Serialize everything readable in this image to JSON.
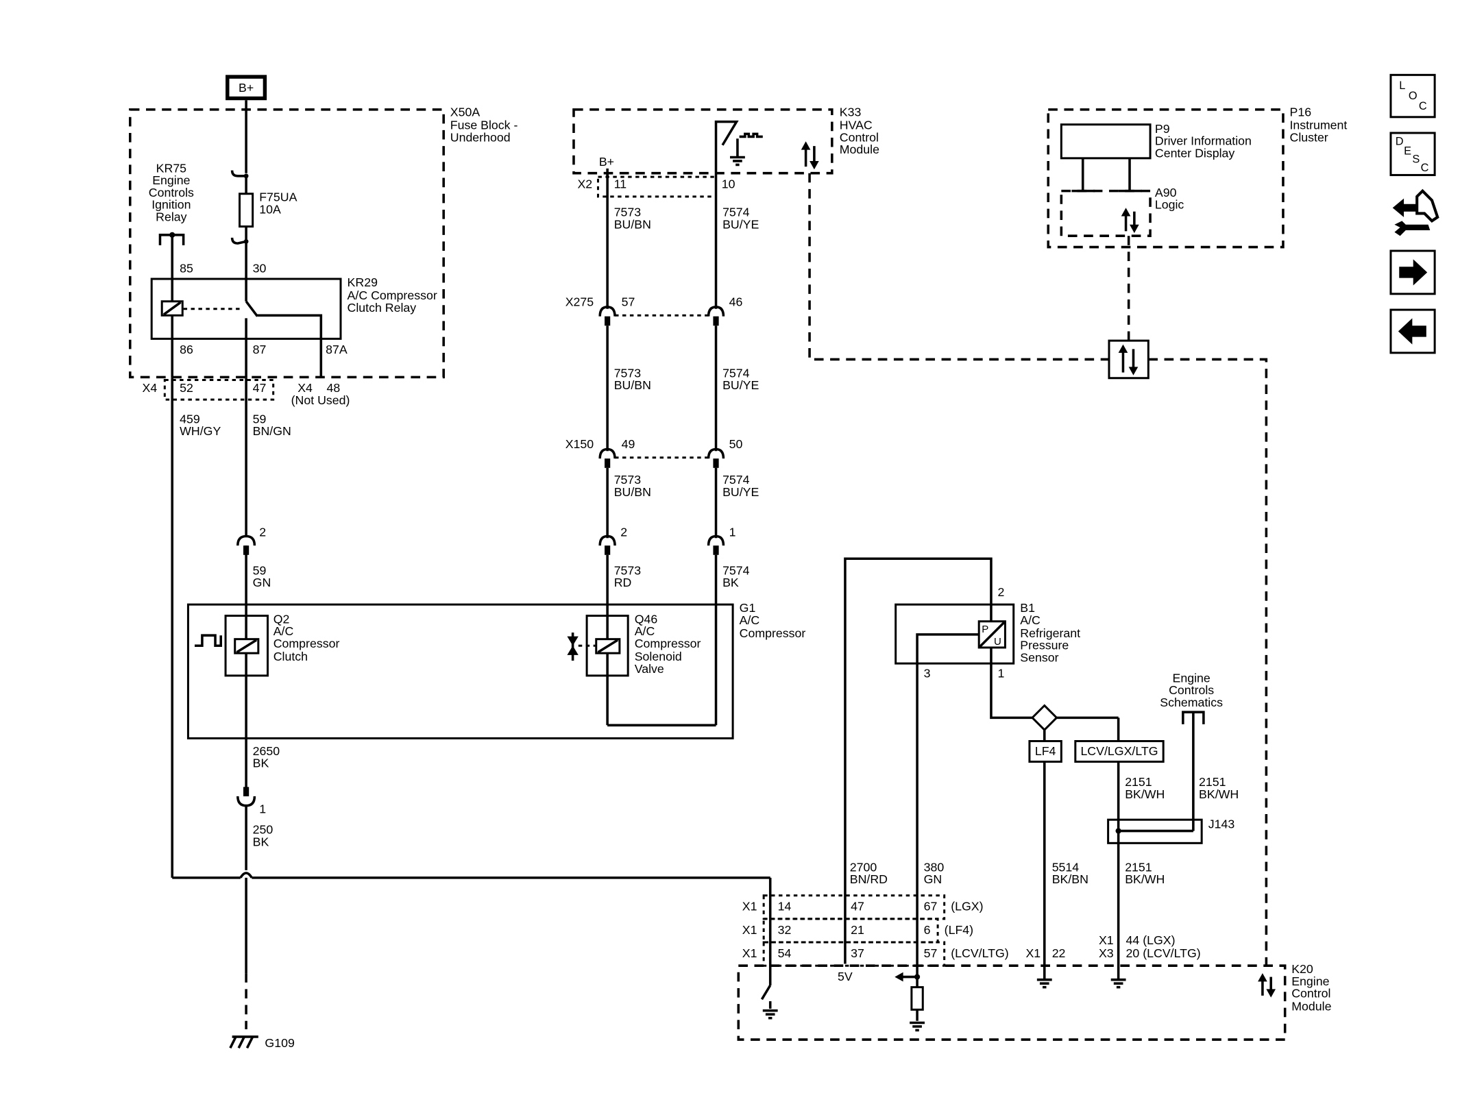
{
  "power": {
    "label": "B+"
  },
  "fuse_block": {
    "title": [
      "X50A",
      "Fuse Block -",
      "Underhood"
    ],
    "ignition_relay": [
      "KR75",
      "Engine",
      "Controls",
      "Ignition",
      "Relay"
    ],
    "fuse": [
      "F75UA",
      "10A"
    ],
    "relay": [
      "KR29",
      "A/C Compressor",
      "Clutch Relay"
    ],
    "relay_pins": {
      "p85": "85",
      "p30": "30",
      "p86": "86",
      "p87": "87",
      "p87a": "87A"
    },
    "connector": {
      "x4": "X4",
      "p52": "52",
      "p47": "47",
      "x4b": "X4",
      "p48": "48",
      "not_used": "(Not Used)"
    }
  },
  "wires_left": {
    "w459": [
      "459",
      "WH/GY"
    ],
    "w59a": [
      "59",
      "BN/GN"
    ],
    "pin2": "2",
    "w59b": [
      "59",
      "GN"
    ],
    "w2650": [
      "2650",
      "BK"
    ],
    "pin1": "1",
    "w250": [
      "250",
      "BK"
    ],
    "ground": "G109"
  },
  "hvac": {
    "title": [
      "K33",
      "HVAC",
      "Control",
      "Module"
    ],
    "bplus": "B+",
    "x2": "X2",
    "p11": "11",
    "p10": "10",
    "w7573": [
      "7573",
      "BU/BN"
    ],
    "w7574": [
      "7574",
      "BU/YE"
    ],
    "x275": "X275",
    "p57": "57",
    "p46": "46",
    "x150": "X150",
    "p49": "49",
    "p50": "50",
    "p2": "2",
    "p1": "1",
    "w7573rd": [
      "7573",
      "RD"
    ],
    "w7574bk": [
      "7574",
      "BK"
    ]
  },
  "compressor": {
    "title": [
      "G1",
      "A/C",
      "Compressor"
    ],
    "clutch": [
      "Q2",
      "A/C",
      "Compressor",
      "Clutch"
    ],
    "solenoid": [
      "Q46",
      "A/C",
      "Compressor",
      "Solenoid",
      "Valve"
    ]
  },
  "cluster": {
    "title": [
      "P16",
      "Instrument",
      "Cluster"
    ],
    "display": [
      "P9",
      "Driver Information",
      "Center Display"
    ],
    "logic": [
      "A90",
      "Logic"
    ]
  },
  "sensor": {
    "title": [
      "B1",
      "A/C",
      "Refrigerant",
      "Pressure",
      "Sensor"
    ],
    "pin2": "2",
    "pin3": "3",
    "pin1": "1",
    "p_label": "P",
    "u_label": "U",
    "lf4": "LF4",
    "lcv": "LCV/LGX/LTG",
    "schematics": [
      "Engine",
      "Controls",
      "Schematics"
    ],
    "w2151a": [
      "2151",
      "BK/WH"
    ],
    "w2151b": [
      "2151",
      "BK/WH"
    ],
    "j143": "J143",
    "w2151c": [
      "2151",
      "BK/WH"
    ],
    "w2700": [
      "2700",
      "BN/RD"
    ],
    "w380": [
      "380",
      "GN"
    ],
    "w5514": [
      "5514",
      "BK/BN"
    ]
  },
  "ecm": {
    "title": [
      "K20",
      "Engine",
      "Control",
      "Module"
    ],
    "rows": [
      {
        "x": "X1",
        "a": "14",
        "b": "47",
        "c": "67",
        "variant": "(LGX)"
      },
      {
        "x": "X1",
        "a": "32",
        "b": "21",
        "c": "6",
        "variant": "(LF4)"
      },
      {
        "x": "X1",
        "a": "54",
        "b": "37",
        "c": "57",
        "variant": "(LCV/LTG)"
      }
    ],
    "x1_22": [
      "X1",
      "22"
    ],
    "x1_44": [
      "X1",
      "44  (LGX)"
    ],
    "x3_20": [
      "X3",
      "20  (LCV/LTG)"
    ],
    "v5": "5V"
  },
  "nav": {
    "loc": [
      "L",
      "O",
      "C"
    ],
    "desc": [
      "D",
      "E",
      "S",
      "C"
    ]
  }
}
